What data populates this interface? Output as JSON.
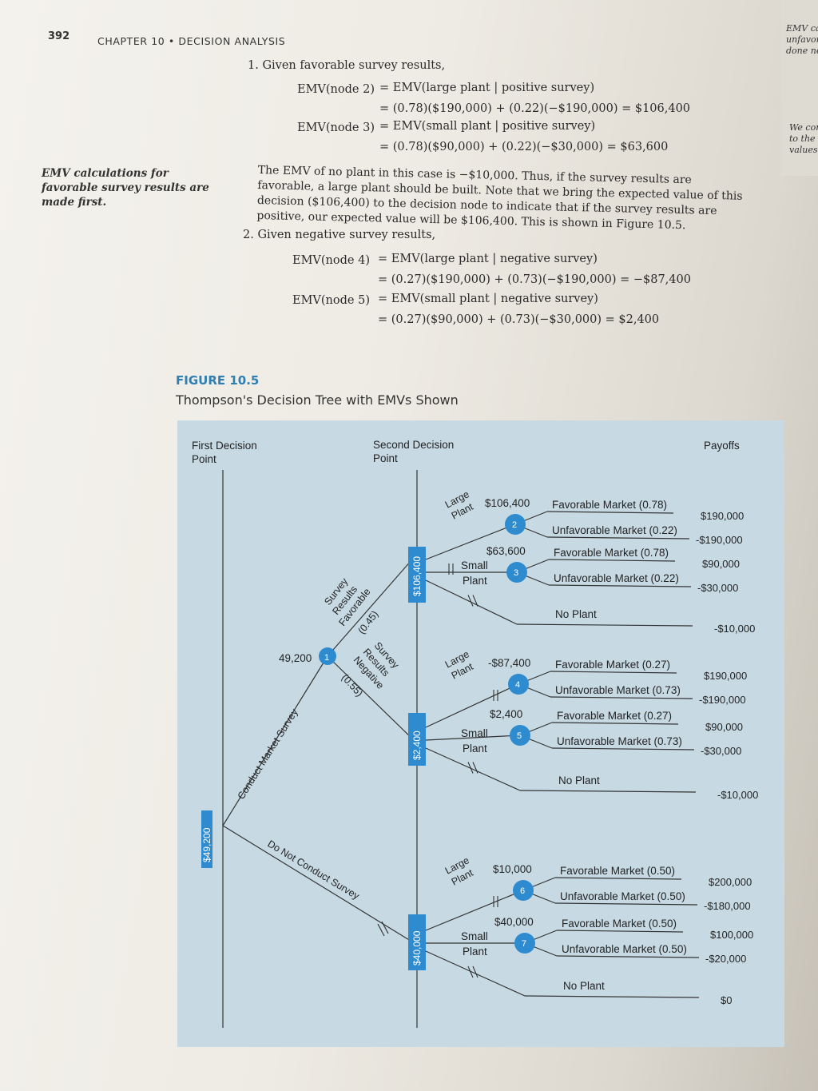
{
  "header": {
    "page_number": "392",
    "chapter": "CHAPTER 10 • DECISION ANALYSIS"
  },
  "margin_note": "EMV calculations for favorable survey results are made first.",
  "section1": {
    "lead": "1. Given favorable survey results,",
    "eq1_left": "EMV(node 2)",
    "eq1_right": "= EMV(large plant | positive survey)",
    "eq1_calc": "= (0.78)($190,000) + (0.22)(−$190,000) = $106,400",
    "eq2_left": "EMV(node 3)",
    "eq2_right": "= EMV(small plant | positive survey)",
    "eq2_calc": "= (0.78)($90,000) + (0.22)(−$30,000) = $63,600",
    "paragraph": "The EMV of no plant in this case is −$10,000. Thus, if the survey results are favorable, a large plant should be built. Note that we bring the expected value of this decision ($106,400) to the decision node to indicate that if the survey results are positive, our expected value will be $106,400. This is shown in Figure 10.5."
  },
  "section2": {
    "lead": "2. Given negative survey results,",
    "eq1_left": "EMV(node 4)",
    "eq1_right": "= EMV(large plant | negative survey)",
    "eq1_calc": "= (0.27)($190,000) + (0.73)(−$190,000) = −$87,400",
    "eq2_left": "EMV(node 5)",
    "eq2_right": "= EMV(small plant | negative survey)",
    "eq2_calc": "= (0.27)($90,000) + (0.73)(−$30,000) = $2,400"
  },
  "figure": {
    "label": "FIGURE 10.5",
    "caption": "Thompson's Decision Tree with EMVs Shown"
  },
  "tree": {
    "first_decision": [
      "First Decision",
      "Point"
    ],
    "second_decision": [
      "Second Decision",
      "Point"
    ],
    "payoffs_header": "Payoffs",
    "root_value": "$49,200",
    "conduct_survey": "Conduct Market Survey",
    "do_not_conduct": "Do Not Conduct Survey",
    "node1_value": "49,200",
    "favorable_branch": [
      "Survey",
      "Results",
      "Favorable",
      "(0.45)"
    ],
    "negative_branch": [
      "Survey",
      "Results",
      "Negative",
      "(0.55)"
    ],
    "decision_values": [
      "$106,400",
      "$2,400",
      "$40,000"
    ],
    "large_plant": [
      "Large",
      "Plant"
    ],
    "small_plant": [
      "Small",
      "Plant"
    ],
    "no_plant": "No Plant",
    "chance_nodes": [
      {
        "id": "2",
        "emv": "$106,400",
        "fav": "Favorable Market (0.78)",
        "unfav": "Unfavorable Market (0.22)",
        "pay_fav": "$190,000",
        "pay_unfav": "-$190,000"
      },
      {
        "id": "3",
        "emv": "$63,600",
        "fav": "Favorable Market (0.78)",
        "unfav": "Unfavorable Market (0.22)",
        "pay_fav": "$90,000",
        "pay_unfav": "-$30,000"
      },
      {
        "id": "4",
        "emv": "-$87,400",
        "fav": "Favorable Market (0.27)",
        "unfav": "Unfavorable Market (0.73)",
        "pay_fav": "$190,000",
        "pay_unfav": "-$190,000"
      },
      {
        "id": "5",
        "emv": "$2,400",
        "fav": "Favorable Market (0.27)",
        "unfav": "Unfavorable Market (0.73)",
        "pay_fav": "$90,000",
        "pay_unfav": "-$30,000"
      },
      {
        "id": "6",
        "emv": "$10,000",
        "fav": "Favorable Market (0.50)",
        "unfav": "Unfavorable Market (0.50)",
        "pay_fav": "$200,000",
        "pay_unfav": "-$180,000"
      },
      {
        "id": "7",
        "emv": "$40,000",
        "fav": "Favorable Market (0.50)",
        "unfav": "Unfavorable Market (0.50)",
        "pay_fav": "$100,000",
        "pay_unfav": "-$20,000"
      }
    ],
    "no_plant_payoffs": [
      "-$10,000",
      "-$10,000",
      "$0"
    ]
  },
  "side_scribbles": [
    "EMV calc",
    "unfavora",
    "done nex",
    "We con",
    "to the c",
    "values."
  ],
  "colors": {
    "accent": "#2f7fb3",
    "panel": "#c7dae4",
    "node": "#2e8bd0"
  }
}
